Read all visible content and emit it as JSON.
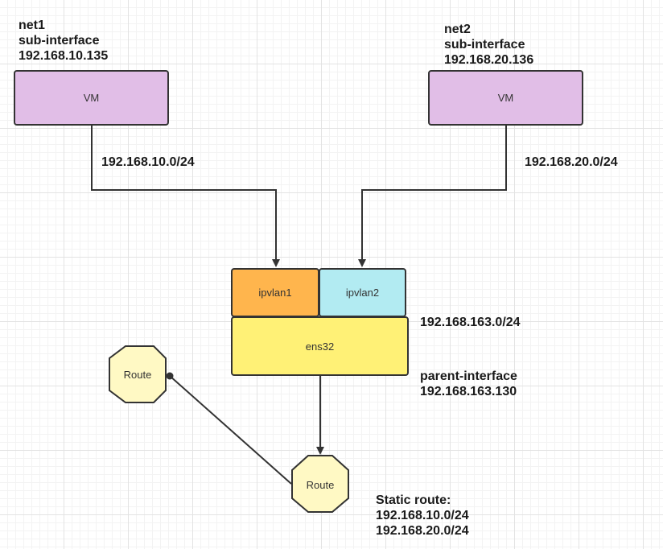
{
  "vm1": {
    "label": "VM",
    "net_name": "net1",
    "sub_label": "sub-interface",
    "ip": "192.168.10.135",
    "subnet": "192.168.10.0/24"
  },
  "vm2": {
    "label": "VM",
    "net_name": "net2",
    "sub_label": "sub-interface",
    "ip": "192.168.20.136",
    "subnet": "192.168.20.0/24"
  },
  "ipvlan1": {
    "label": "ipvlan1"
  },
  "ipvlan2": {
    "label": "ipvlan2"
  },
  "parent": {
    "label": "ens32",
    "subnet": "192.168.163.0/24",
    "name": "parent-interface",
    "ip": "192.168.163.130"
  },
  "route_left": {
    "label": "Route"
  },
  "route_bottom": {
    "label": "Route"
  },
  "static_route": {
    "title": "Static route:",
    "routes": [
      "192.168.10.0/24",
      "192.168.20.0/24"
    ]
  },
  "colors": {
    "vm": "#e1bee7",
    "ipvlan1": "#ffb54d",
    "ipvlan2": "#b2ebf2",
    "parent": "#fff176",
    "route": "#fff9c4",
    "line": "#333333"
  }
}
